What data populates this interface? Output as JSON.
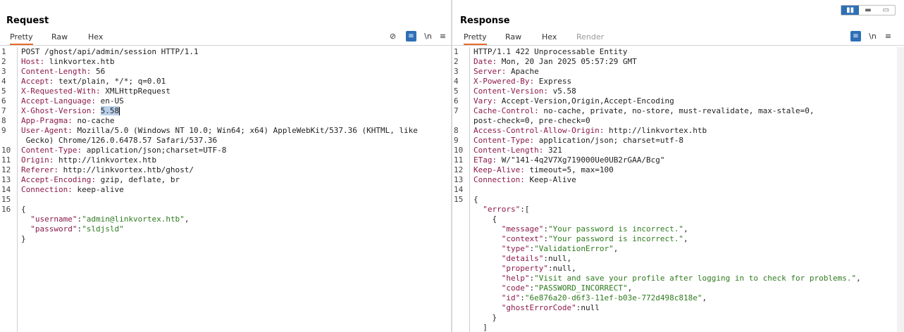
{
  "view_switch": [
    "▮▮",
    "▬",
    "▭"
  ],
  "request": {
    "title": "Request",
    "tabs": [
      "Pretty",
      "Raw",
      "Hex"
    ],
    "tools": {
      "hide_icon": "⊘",
      "wrap_icon": "≡",
      "newline": "\\n",
      "menu": "≡"
    },
    "line_numbers": [
      "1",
      "2",
      "3",
      "4",
      "5",
      "6",
      "7",
      "8",
      "9",
      "",
      "10",
      "11",
      "12",
      "13",
      "14",
      "15",
      "16",
      "",
      "",
      ""
    ],
    "lines": {
      "l1": "POST /ghost/api/admin/session HTTP/1.1",
      "l2k": "Host:",
      "l2v": " linkvortex.htb",
      "l3k": "Content-Length:",
      "l3v": " 56",
      "l4k": "Accept:",
      "l4v": " text/plain, */*; q=0.01",
      "l5k": "X-Requested-With:",
      "l5v": " XMLHttpRequest",
      "l6k": "Accept-Language:",
      "l6v": " en-US",
      "l7k": "X-Ghost-Version:",
      "l7sel": "5.58",
      "l8k": "App-Pragma:",
      "l8v": " no-cache",
      "l9k": "User-Agent:",
      "l9v": " Mozilla/5.0 (Windows NT 10.0; Win64; x64) AppleWebKit/537.36 (KHTML, like",
      "l9b": " Gecko) Chrome/126.0.6478.57 Safari/537.36",
      "l10k": "Content-Type:",
      "l10v": " application/json;charset=UTF-8",
      "l11k": "Origin:",
      "l11v": " http://linkvortex.htb",
      "l12k": "Referer:",
      "l12v": " http://linkvortex.htb/ghost/",
      "l13k": "Accept-Encoding:",
      "l13v": " gzip, deflate, br",
      "l14k": "Connection:",
      "l14v": " keep-alive",
      "b_open": "{",
      "b_user_k": "\"username\"",
      "b_user_v": "\"admin@linkvortex.htb\"",
      "b_pass_k": "\"password\"",
      "b_pass_v": "\"sldjsld\"",
      "b_close": "}"
    }
  },
  "response": {
    "title": "Response",
    "tabs": [
      "Pretty",
      "Raw",
      "Hex",
      "Render"
    ],
    "tools": {
      "wrap_icon": "≡",
      "newline": "\\n",
      "menu": "≡"
    },
    "line_numbers": [
      "1",
      "2",
      "3",
      "4",
      "5",
      "6",
      "7",
      "",
      "8",
      "9",
      "10",
      "11",
      "12",
      "13",
      "14",
      "15",
      "",
      "",
      "",
      "",
      "",
      "",
      "",
      "",
      "",
      "",
      "",
      "",
      ""
    ],
    "lines": {
      "l1": "HTTP/1.1 422 Unprocessable Entity",
      "l2k": "Date:",
      "l2v": " Mon, 20 Jan 2025 05:57:29 GMT",
      "l3k": "Server:",
      "l3v": " Apache",
      "l4k": "X-Powered-By:",
      "l4v": " Express",
      "l5k": "Content-Version:",
      "l5v": " v5.58",
      "l6k": "Vary:",
      "l6v": " Accept-Version,Origin,Accept-Encoding",
      "l7k": "Cache-Control:",
      "l7v": " no-cache, private, no-store, must-revalidate, max-stale=0,",
      "l7b": "post-check=0, pre-check=0",
      "l8k": "Access-Control-Allow-Origin:",
      "l8v": " http://linkvortex.htb",
      "l9k": "Content-Type:",
      "l9v": " application/json; charset=utf-8",
      "l10k": "Content-Length:",
      "l10v": " 321",
      "l11k": "ETag:",
      "l11v": " W/\"141-4q2V7Xg719000Ue0UB2rGAA/Bcg\"",
      "l12k": "Keep-Alive:",
      "l12v": " timeout=5, max=100",
      "l13k": "Connection:",
      "l13v": " Keep-Alive",
      "b_open": "{",
      "errors_k": "\"errors\"",
      "errors_open": ":[",
      "obj_open": "{",
      "msg_k": "\"message\"",
      "msg_v": "\"Your password is incorrect.\"",
      "ctx_k": "\"context\"",
      "ctx_v": "\"Your password is incorrect.\"",
      "type_k": "\"type\"",
      "type_v": "\"ValidationError\"",
      "det_k": "\"details\"",
      "det_v": "null",
      "prop_k": "\"property\"",
      "prop_v": "null",
      "help_k": "\"help\"",
      "help_v": "\"Visit and save your profile after logging in to check for problems.\"",
      "code_k": "\"code\"",
      "code_v": "\"PASSWORD_INCORRECT\"",
      "id_k": "\"id\"",
      "id_v": "\"6e876a20-d6f3-11ef-b03e-772d498c818e\"",
      "gec_k": "\"ghostErrorCode\"",
      "gec_v": "null",
      "obj_close": "}",
      "arr_close": "]"
    }
  }
}
